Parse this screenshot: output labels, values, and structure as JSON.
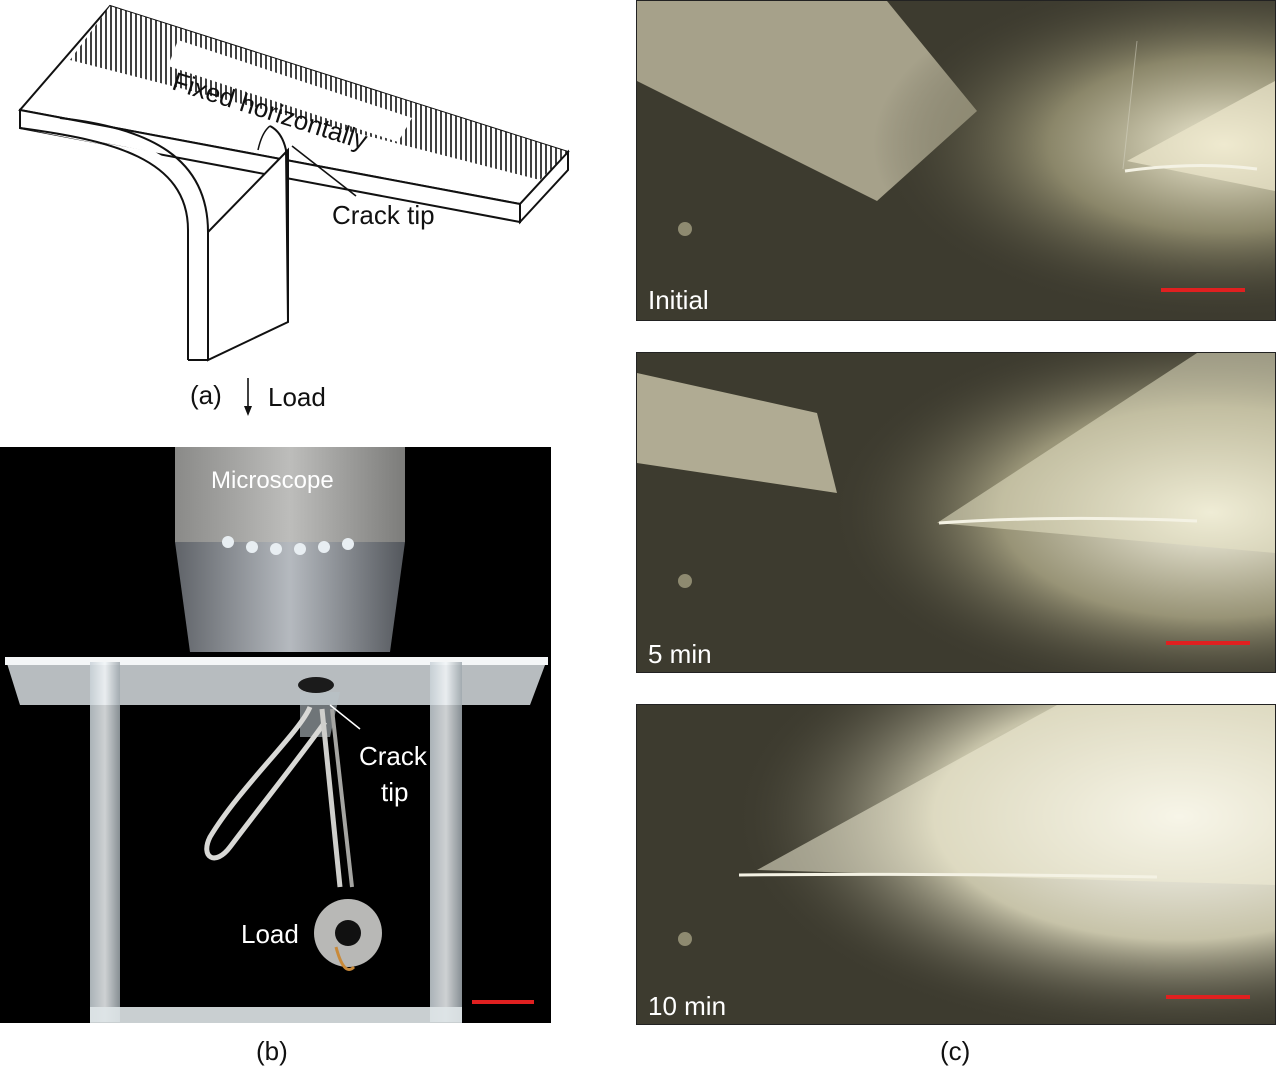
{
  "panel_a": {
    "fixed_text": "Fixed horizontally",
    "crack_tip_text": "Crack tip",
    "caption": "(a)",
    "load_text": "Load"
  },
  "panel_b": {
    "microscope_text": "Microscope",
    "crack_text_line1": "Crack",
    "crack_text_line2": "tip",
    "load_text": "Load",
    "caption": "(b)",
    "scalebar_color": "#e02020"
  },
  "panel_c": {
    "frames": [
      {
        "time_label": "Initial"
      },
      {
        "time_label": "5 min"
      },
      {
        "time_label": "10 min"
      }
    ],
    "caption": "(c)",
    "scalebar_color": "#e02020"
  }
}
